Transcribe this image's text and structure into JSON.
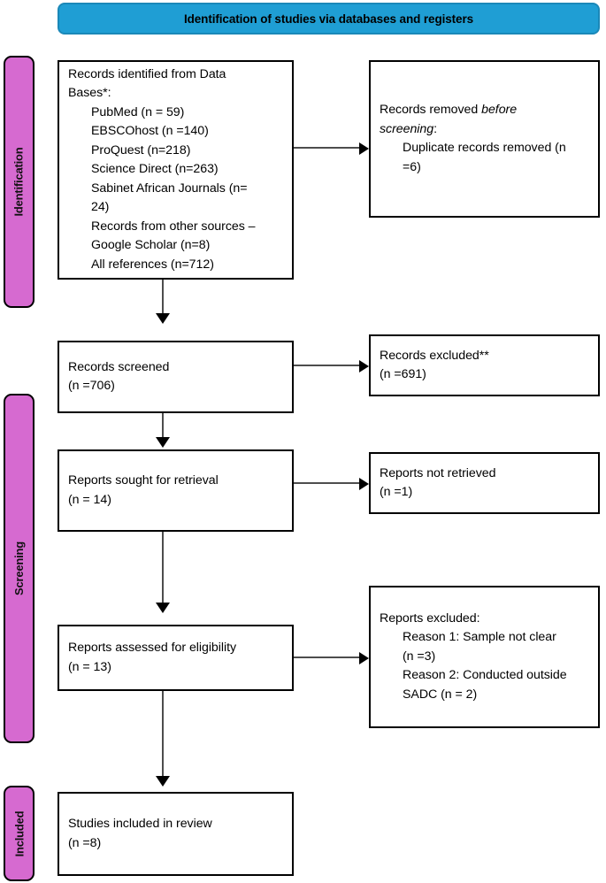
{
  "banner": {
    "title": "Identification of studies via databases and registers"
  },
  "colors": {
    "banner_fill": "#1f9ed4",
    "stage_fill": "#d66ad0",
    "box_border": "#000000",
    "connector": "#4d4d4d",
    "background": "#ffffff"
  },
  "stages": [
    {
      "label": "Identification"
    },
    {
      "label": "Screening"
    },
    {
      "label": "Included"
    }
  ],
  "boxes": {
    "identified": {
      "lines": [
        "Records identified from Data",
        "Bases*:",
        "PubMed (n = 59)",
        "EBSCOhost (n =140)",
        "ProQuest (n=218)",
        "Science Direct (n=263)",
        "Sabinet African Journals (n=",
        "24)",
        "Records from other sources –",
        "Google Scholar (n=8)",
        "All references (n=712)"
      ]
    },
    "removed": {
      "line1_a": "Records removed ",
      "line1_italic": "before",
      "line2_italic": "screening",
      "line2_b": ":",
      "line3": "Duplicate records removed (n",
      "line4": "=6)"
    },
    "screened": {
      "lines": [
        "Records screened",
        "(n =706)"
      ]
    },
    "excluded_records": {
      "lines": [
        "Records excluded**",
        "(n =691)"
      ]
    },
    "sought": {
      "lines": [
        "Reports sought for retrieval",
        "(n = 14)"
      ]
    },
    "not_retrieved": {
      "lines": [
        "Reports not retrieved",
        "(n =1)"
      ]
    },
    "assessed": {
      "lines": [
        "Reports assessed for eligibility",
        "(n = 13)"
      ]
    },
    "excluded_reports": {
      "heading": "Reports excluded:",
      "reason1": "Reason 1: Sample not clear",
      "reason1_n": "(n =3)",
      "reason2": "Reason 2: Conducted outside",
      "reason2_n": "SADC (n = 2)"
    },
    "included": {
      "lines": [
        "Studies included in review",
        "(n =8)"
      ]
    }
  }
}
